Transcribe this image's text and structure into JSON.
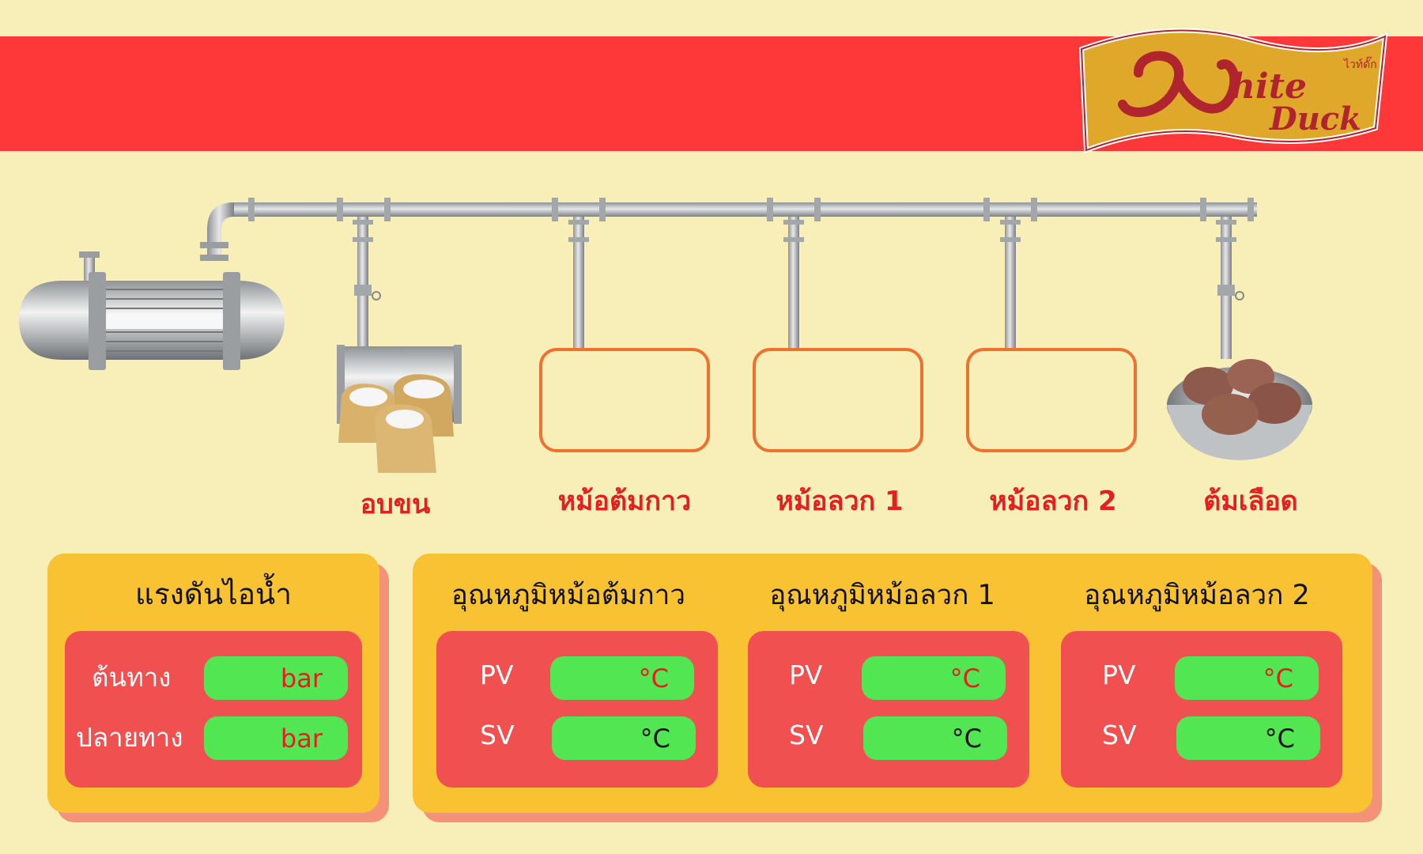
{
  "header": {
    "logo_text_top": "hite",
    "logo_text_bottom": "Duck",
    "logo_thai_caption": "ไวท์ดั๊ก"
  },
  "stations": [
    {
      "label": "อบขน"
    },
    {
      "label": "หม้อต้มกาว"
    },
    {
      "label": "หม้อลวก 1"
    },
    {
      "label": "หม้อลวก 2"
    },
    {
      "label": "ต้มเลือด"
    }
  ],
  "steam_panel": {
    "title": "แรงดันไอน้ำ",
    "rows": [
      {
        "label": "ต้นทาง",
        "unit": "bar"
      },
      {
        "label": "ปลายทาง",
        "unit": "bar"
      }
    ]
  },
  "temp_panel": {
    "groups": [
      {
        "title": "อุณหภูมิหม้อต้มกาว",
        "pv_label": "PV",
        "pv_unit": "°C",
        "sv_label": "SV",
        "sv_unit": "°C"
      },
      {
        "title": "อุณหภูมิหม้อลวก 1",
        "pv_label": "PV",
        "pv_unit": "°C",
        "sv_label": "SV",
        "sv_unit": "°C"
      },
      {
        "title": "อุณหภูมิหม้อลวก 2",
        "pv_label": "PV",
        "pv_unit": "°C",
        "sv_label": "SV",
        "sv_unit": "°C"
      }
    ]
  },
  "colors": {
    "banner": "#fe3838",
    "background": "#f8eeb8",
    "panel": "#f8c232",
    "inner": "#f05050",
    "pill": "#51e652",
    "pot_border": "#ef7130",
    "label_red": "#e32020"
  }
}
